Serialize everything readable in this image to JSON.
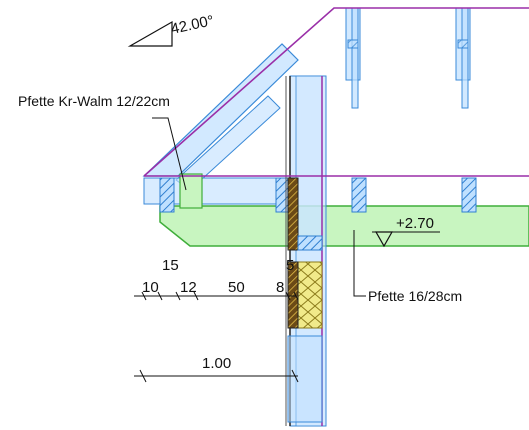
{
  "roof_angle": "42.00°",
  "labels": {
    "pfette_walm": "Pfette Kr-Walm 12/22cm",
    "pfette_main": "Pfette 16/28cm",
    "level": "+2.70"
  },
  "dimensions": {
    "top_total": "15",
    "d1": "10",
    "d2": "12",
    "d3": "50",
    "d4": "5",
    "d5": "8",
    "overhang": "1.00"
  },
  "colors": {
    "roof_line": "#9a2fa8",
    "timber_fill": "#bfe0ff",
    "timber_stroke": "#3a8ad8",
    "slab_fill": "#c8f5c0",
    "slab_stroke": "#3fae3a",
    "insulation_fill": "#f1ea8a",
    "insulation_stroke": "#8b7a1a",
    "dim_line": "#111111"
  }
}
